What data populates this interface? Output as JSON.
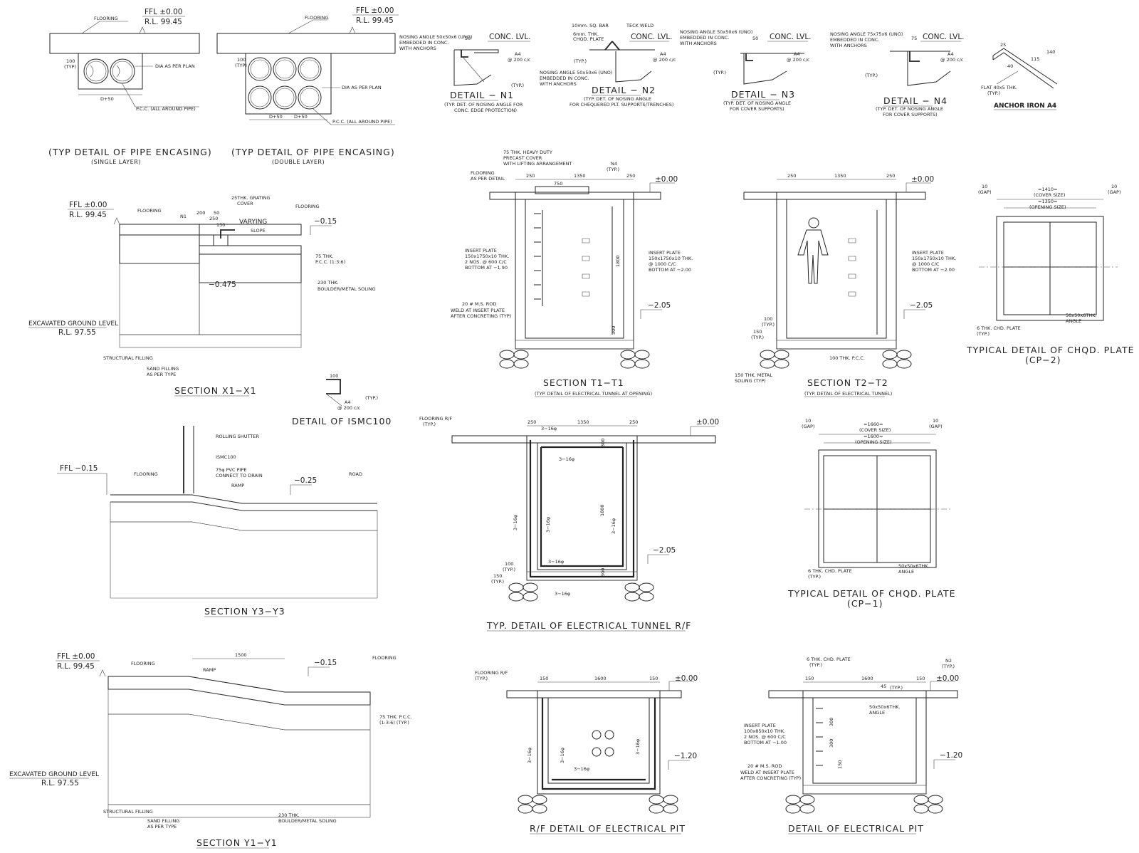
{
  "levels": {
    "ffl_000": "FFL ±0.00",
    "rl_9945": "R.L. 99.45",
    "ffl_015": "FFL −0.15",
    "pm000": "±0.00",
    "m015": "−0.15",
    "m025": "−0.25",
    "m0475": "−0.475",
    "m205": "−2.05",
    "m120": "−1.20",
    "egl": "EXCAVATED GROUND LEVEL",
    "rl_9755": "R.L. 97.55"
  },
  "pipe_single": {
    "title": "(TYP DETAIL OF PIPE ENCASING)",
    "subtitle": "(SINGLE LAYER)",
    "flooring": "FLOORING",
    "dim_100": "100",
    "typ": "(TYP)",
    "dia": "DIA AS PER PLAN",
    "d50": "D+50",
    "pcc": "P.C.C. (ALL AROUND PIPE)"
  },
  "pipe_double": {
    "title": "(TYP DETAIL OF PIPE ENCASING)",
    "subtitle": "(DOUBLE LAYER)",
    "flooring": "FLOORING",
    "dim_100": "100",
    "typ": "(TYP)",
    "dia": "DIA AS PER PLAN",
    "d50a": "D+50",
    "d50b": "D+50",
    "pcc": "P.C.C. (ALL AROUND PIPE)"
  },
  "detail_n1": {
    "title": "DETAIL − N1",
    "note1": "NOSING ANGLE 50x50x6 (UNO)",
    "note2": "EMBEDDED IN CONC.",
    "note3": "WITH ANCHORS",
    "conc": "CONC. LVL.",
    "dim50": "50",
    "a4": "A4",
    "spacing": "@ 200 c/c",
    "typ": "(TYP.)",
    "sub1": "(TYP. DET. OF NOSING ANGLE FOR",
    "sub2": "CONC. EDGE PROTECTION)"
  },
  "detail_n2": {
    "title": "DETAIL − N2",
    "bar": "10mm. SQ. BAR",
    "plate1": "6mm. THK.",
    "plate2": "CHQD. PLATE",
    "weld": "TECK WELD",
    "conc": "CONC. LVL.",
    "a4": "A4",
    "spacing": "@ 200 c/c",
    "typ": "(TYP.)",
    "note1": "NOSING ANGLE 50x50x6 (UNO)",
    "note2": "EMBEDDED IN CONC.",
    "note3": "WITH ANCHORS",
    "sub1": "(TYP. DET. OF NOSING ANGLE",
    "sub2": "FOR CHEQUERED PLT. SUPPORTS/TRENCHES)"
  },
  "detail_n3": {
    "title": "DETAIL − N3",
    "note1": "NOSING ANGLE 50x50x6 (UNO)",
    "note2": "EMBEDDED IN CONC.",
    "note3": "WITH ANCHORS",
    "conc": "CONC. LVL.",
    "dim50": "50",
    "a4": "A4",
    "spacing": "@ 200 c/c",
    "typ": "(TYP.)",
    "sub1": "(TYP. DET. OF NOSING ANGLE",
    "sub2": "FOR COVER SUPPORTS)"
  },
  "detail_n4": {
    "title": "DETAIL − N4",
    "note1": "NOSING ANGLE 75x75x6 (UNO)",
    "note2": "EMBEDDED IN CONC.",
    "note3": "WITH ANCHORS",
    "conc": "CONC. LVL.",
    "dim75": "75",
    "a4": "A4",
    "spacing": "@ 200 c/c",
    "typ": "(TYP.)",
    "sub1": "(TYP. DET. OF NOSING ANGLE",
    "sub2": "FOR COVER SUPPORTS)"
  },
  "anchor": {
    "title": "ANCHOR IRON A4",
    "flat": "FLAT 40x5 THK.",
    "typ": "(TYP.)",
    "d25": "25",
    "d40": "40",
    "d115": "115",
    "d140": "140"
  },
  "section_x1": {
    "title": "SECTION X1−X1",
    "flooring_a": "FLOORING",
    "flooring_b": "FLOORING",
    "n1": "N1",
    "grating1": "25THK. GRATING",
    "grating2": "COVER",
    "varying": "VARYING",
    "slope": "SLOPE",
    "d200": "200",
    "d50": "50",
    "d250": "250",
    "d150": "150",
    "pcc1": "75 THK.",
    "pcc2": "P.C.C. (1:3:6)",
    "soling1": "230 THK.",
    "soling2": "BOULDER/METAL SOLING",
    "structural": "STRUCTURAL FILLING",
    "sand1": "SAND FILLING",
    "sand2": "AS PER TYPE"
  },
  "ismc": {
    "title": "DETAIL OF ISMC100",
    "d100": "100",
    "typ": "(TYP.)",
    "a4": "A4",
    "spacing": "@ 200 c/c"
  },
  "section_t1": {
    "title": "SECTION T1−T1",
    "subtitle": "(TYP. DETAIL OF ELECTRICAL TUNNEL AT OPENING)",
    "cover1": "75 THK. HEAVY DUTY",
    "cover2": "PRECAST COVER",
    "cover3": "WITH LIFTING ARRANGEMENT",
    "flooring1": "FLOORING",
    "flooring2": "AS PER DETAIL",
    "n4": "N4",
    "typ": "(TYP.)",
    "d250a": "250",
    "d1350": "1350",
    "d250b": "250",
    "d750": "750",
    "ins1": "INSERT PLATE",
    "ins2": "150x1750x10 THK.",
    "ins3": "2 NOS. @ 600 C/C",
    "ins4": "BOTTOM AT −1.90",
    "insr1": "INSERT PLATE",
    "insr2": "150x1750x10 THK.",
    "insr3": "@ 1000 C/C",
    "insr4": "BOTTOM AT −2.00",
    "rod1": "20 # M.S. ROD",
    "rod2": "WELD AT INSERT PLATE",
    "rod3": "AFTER CONCRETING (TYP)",
    "d300": "300",
    "d1800": "1800"
  },
  "section_t2": {
    "title": "SECTION T2−T2",
    "subtitle": "(TYP. DETAIL OF ELECTRICAL TUNNEL)",
    "d250a": "250",
    "d1350": "1350",
    "d250b": "250",
    "ins1": "INSERT PLATE",
    "ins2": "150x1750x10 THK.",
    "ins3": "@ 1000 C/C",
    "ins4": "BOTTOM AT −2.00",
    "d100": "100",
    "typ": "(TYP.)",
    "d150": "150",
    "pcc": "100 THK. P.C.C.",
    "metal1": "150 THK. METAL",
    "metal2": "SOLING (TYP)"
  },
  "cp2": {
    "title": "TYPICAL DETAIL OF CHQD. PLATE",
    "subtitle": "(CP−2)",
    "gap10": "10",
    "gap": "(GAP)",
    "cover_w": "=1410=",
    "cover": "(COVER SIZE)",
    "open_w": "=1350=",
    "opening": "(OPENING SIZE)",
    "plate": "6 THK. CHD. PLATE",
    "typ": "(TYP.)",
    "angle1": "50x50x6THK.",
    "angle2": "ANGLE"
  },
  "section_y3": {
    "title": "SECTION Y3−Y3",
    "shutter": "ROLLING SHUTTER",
    "ismc": "ISMC100",
    "pipe1": "75φ PVC PIPE",
    "pipe2": "CONNECT TO DRAIN",
    "ramp": "RAMP",
    "flooring": "FLOORING",
    "road": "ROAD"
  },
  "tunnel_rf": {
    "title": "TYP. DETAIL OF ELECTRICAL TUNNEL R/F",
    "flooring": "FLOORING R/F",
    "typ": "(TYP.)",
    "d250a": "250",
    "d1350": "1350",
    "d250b": "250",
    "bar": "3−16φ",
    "d1800": "1800",
    "d100": "100",
    "d150": "150",
    "d300": "300"
  },
  "cp1": {
    "title": "TYPICAL DETAIL OF CHQD. PLATE",
    "subtitle": "(CP−1)",
    "gap10": "10",
    "gap": "(GAP)",
    "cover_w": "=1660=",
    "cover": "(COVER SIZE)",
    "open_w": "=1600=",
    "opening": "(OPENING SIZE)",
    "plate": "6 THK. CHD. PLATE",
    "typ": "(TYP.)",
    "angle1": "50x50x6THK.",
    "angle2": "ANGLE"
  },
  "section_y1": {
    "title": "SECTION Y1−Y1",
    "flooring_a": "FLOORING",
    "flooring_b": "FLOORING",
    "ramp": "RAMP",
    "d1500": "1500",
    "pcc1": "75 THK. P.C.C.",
    "pcc2": "(1:3:6) (TYP.)",
    "structural": "STRUCTURAL FILLING",
    "sand1": "SAND FILLING",
    "sand2": "AS PER TYPE",
    "soling1": "230 THK.",
    "soling2": "BOULDER/METAL SOLING"
  },
  "pit_rf": {
    "title": "R/F DETAIL OF ELECTRICAL PIT",
    "flooring": "FLOORING R/F",
    "typ": "(TYP.)",
    "d150a": "150",
    "d1600": "1600",
    "d150b": "150",
    "bar": "3−16φ"
  },
  "pit": {
    "title": "DETAIL OF ELECTRICAL PIT",
    "plate1": "6 THK. CHD. PLATE",
    "typ": "(TYP.)",
    "n2": "N2",
    "d150a": "150",
    "d1600": "1600",
    "d150b": "150",
    "d45": "45",
    "angle1": "50x50x6THK.",
    "angle2": "ANGLE",
    "ins1": "INSERT PLATE",
    "ins2": "100x850x10 THK.",
    "ins3": "2 NOS. @ 600 C/C",
    "ins4": "BOTTOM AT −1.00",
    "rod1": "20 # M.S. ROD",
    "rod2": "WELD AT INSERT PLATE",
    "rod3": "AFTER CONCRETING (TYP)",
    "d300": "300",
    "d150": "150"
  }
}
